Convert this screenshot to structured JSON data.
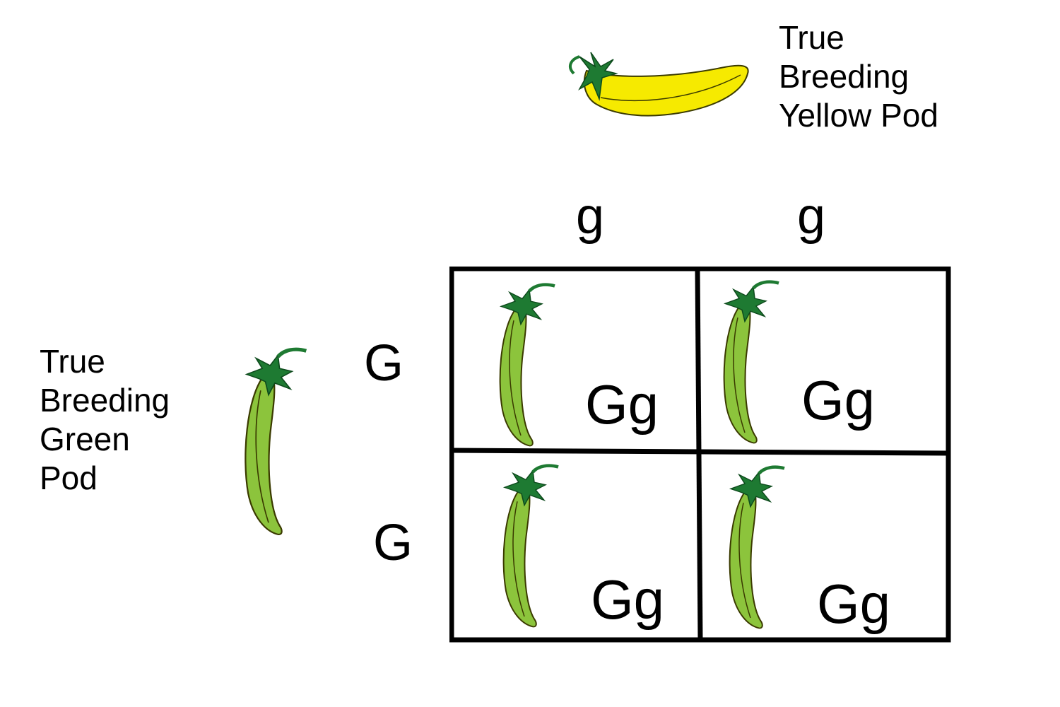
{
  "parents": {
    "top": {
      "lines": [
        "True",
        "Breeding",
        "Yellow Pod"
      ],
      "pod_color": "yellow",
      "icon": "yellow-pod-icon"
    },
    "left": {
      "lines": [
        "True",
        "Breeding",
        "Green",
        "Pod"
      ],
      "pod_color": "green",
      "icon": "green-pod-icon"
    }
  },
  "alleles": {
    "columns": [
      "g",
      "g"
    ],
    "rows": [
      "G",
      "G"
    ]
  },
  "cells": [
    {
      "genotype": "Gg",
      "pod_color": "green"
    },
    {
      "genotype": "Gg",
      "pod_color": "green"
    },
    {
      "genotype": "Gg",
      "pod_color": "green"
    },
    {
      "genotype": "Gg",
      "pod_color": "green"
    }
  ],
  "colors": {
    "yellow_pod": "#f6ea00",
    "green_pod": "#8cc43c",
    "stem": "#1e7a32",
    "outline": "#3a3a00",
    "grid_line": "#000000"
  }
}
